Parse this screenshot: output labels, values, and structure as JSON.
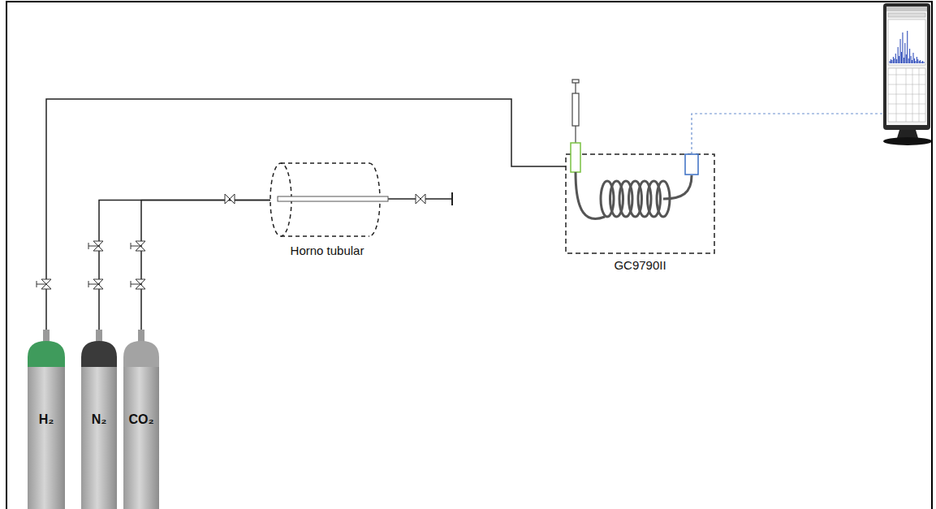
{
  "diagram": {
    "nodes": [
      {
        "text": [
          "H₂"
        ]
      },
      {
        "text": [
          "N₂"
        ]
      },
      {
        "text": [
          "CO₂"
        ]
      },
      {
        "text": [
          "Horno tubular"
        ]
      },
      {
        "text": [
          "GC9790II"
        ]
      }
    ],
    "edges": [
      {
        "from": 0,
        "to": 4,
        "arrow": "none"
      },
      {
        "from": 1,
        "to": 3,
        "arrow": "none"
      },
      {
        "from": 2,
        "to": 3,
        "arrow": "none"
      }
    ]
  }
}
